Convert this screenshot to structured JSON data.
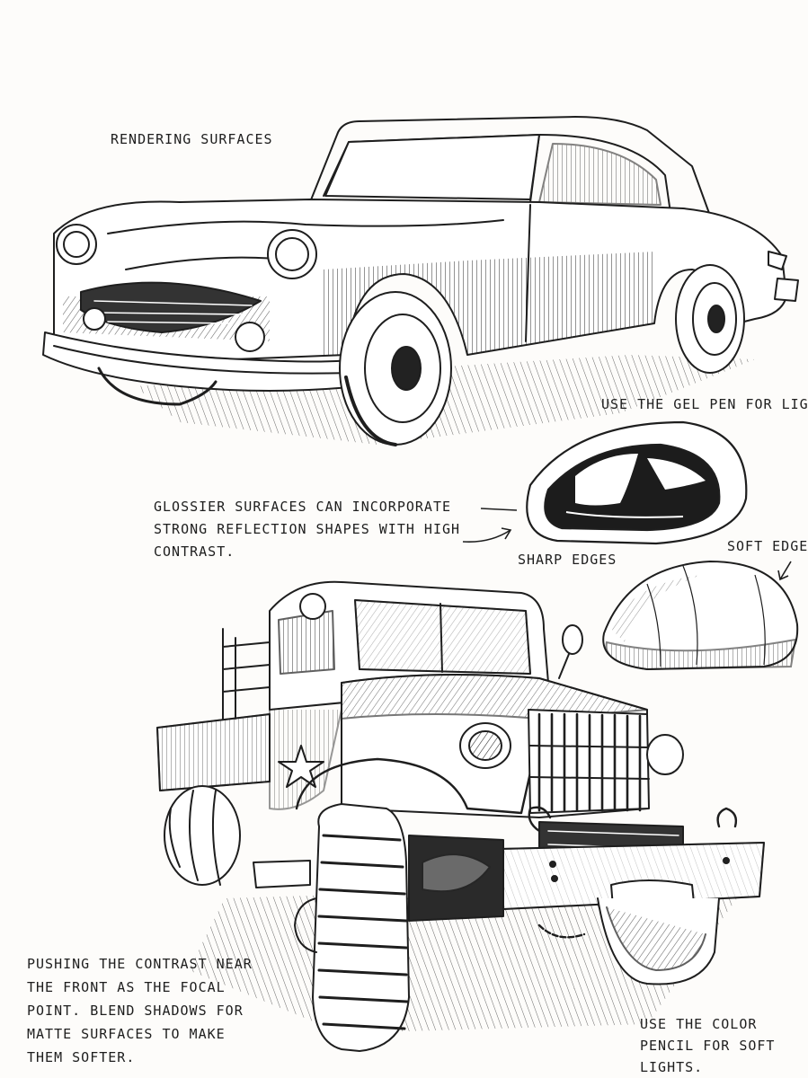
{
  "annotations": {
    "title": "RENDERING SURFACES",
    "gel_pen": "USE THE GEL PEN FOR LIGHTS",
    "glossy_lines": [
      "GLOSSIER SURFACES CAN INCORPORATE",
      "STRONG REFLECTION SHAPES WITH HIGH",
      "CONTRAST."
    ],
    "sharp_edges": "SHARP EDGES",
    "soft_edge": "SOFT EDGE",
    "contrast_lines": [
      "PUSHING THE CONTRAST NEAR",
      "THE FRONT AS THE FOCAL",
      "POINT. BLEND SHADOWS FOR",
      "MATTE SURFACES TO MAKE",
      "THEM SOFTER."
    ],
    "color_pencil_lines": [
      "USE THE COLOR",
      "PENCIL FOR SOFT",
      "LIGHTS."
    ]
  },
  "colors": {
    "paper": "#fdfcfa",
    "ink": "#1e1e1e"
  }
}
